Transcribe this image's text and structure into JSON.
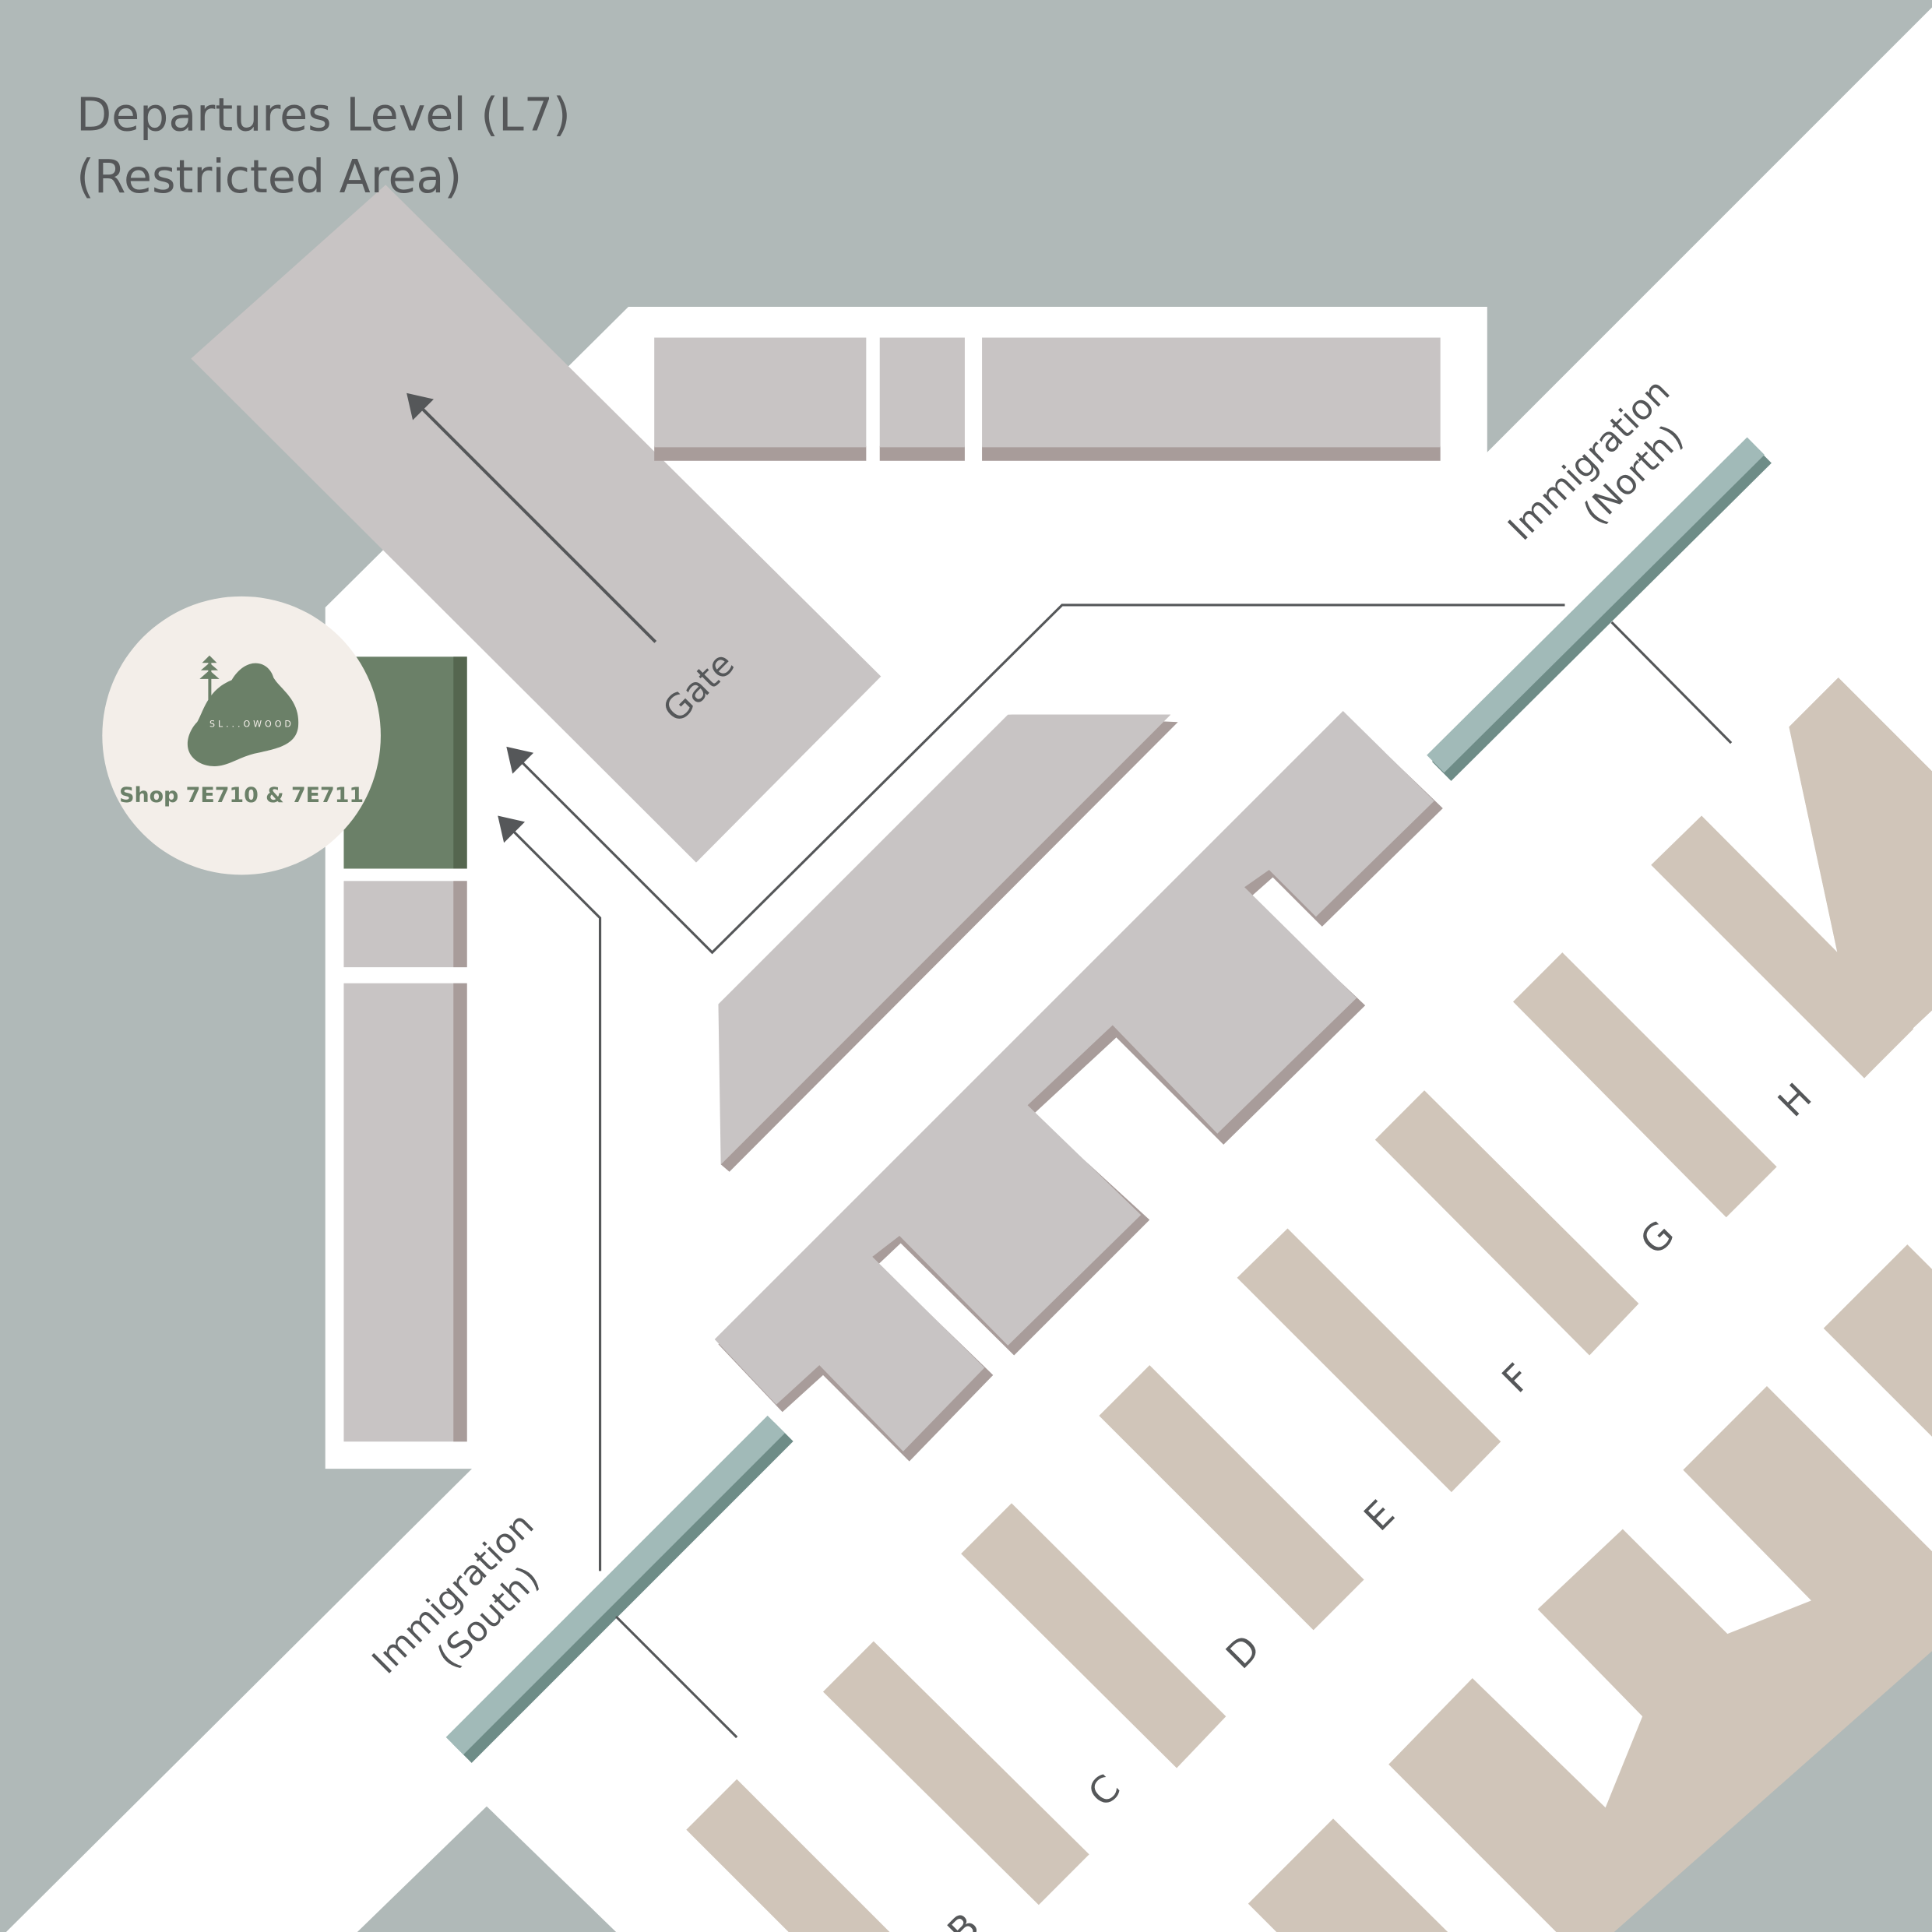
{
  "map": {
    "title_line1": "Departures Level (L7)",
    "title_line2": "(Restricted Area)",
    "gate_label": "Gate",
    "immigration_north": {
      "line1": "Immigration",
      "line2": "(North)"
    },
    "immigration_south": {
      "line1": "Immigration",
      "line2": "(South)"
    },
    "shop": {
      "brand": "SL...OWOOD",
      "label": "Shop 7E710 & 7E711"
    },
    "aisles": [
      "B",
      "C",
      "D",
      "E",
      "F",
      "G",
      "H"
    ],
    "colors": {
      "background": "#b0b9b8",
      "walkway": "#ffffff",
      "building": "#c8c4c4",
      "building_shadow": "#a89c9a",
      "store_block": "#d0c5b9",
      "immigration": "#a1bab8",
      "highlight_shop": "#6b8068",
      "route_line": "#555759"
    }
  }
}
